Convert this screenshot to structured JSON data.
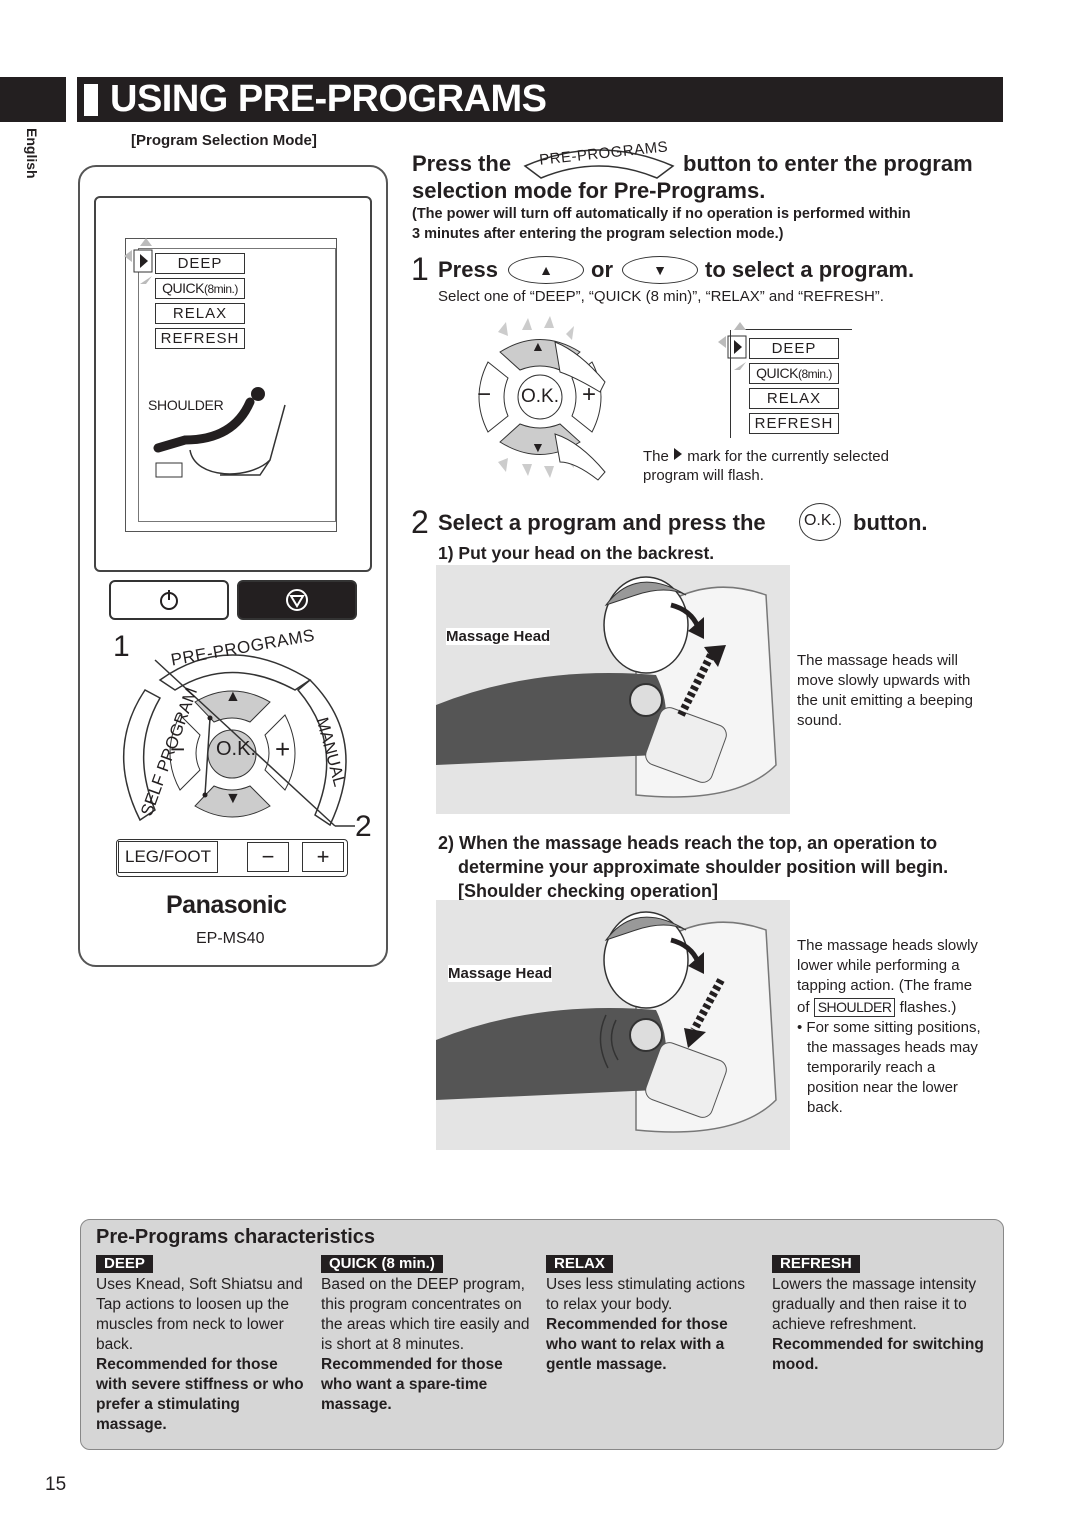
{
  "page": {
    "title": "USING PRE-PROGRAMS",
    "language_tab": "English",
    "page_number": "15",
    "subtitle": "[Program Selection Mode]"
  },
  "remote": {
    "programs": [
      "DEEP",
      "QUICK",
      "(8min.)",
      "RELAX",
      "REFRESH"
    ],
    "shoulder_label": "SHOULDER",
    "pre_programs_label": "PRE-PROGRAMS",
    "self_program_label": "SELF PROGRAM",
    "manual_label": "MANUAL",
    "ok_label": "O.K.",
    "minus": "−",
    "plus": "+",
    "up": "▲",
    "down": "▼",
    "legfoot_label": "LEG/FOOT",
    "brand": "Panasonic",
    "model": "EP-MS40",
    "callout_1": "1",
    "callout_2": "2"
  },
  "intro": {
    "press_the": "Press the",
    "pre_programs_button": "PRE-PROGRAMS",
    "line1_rest": "button to enter the program",
    "line2": "selection mode for Pre-Programs.",
    "note_line1": "(The power will turn off automatically if no operation is performed within",
    "note_line2": "3 minutes after entering the program selection mode.)"
  },
  "step1": {
    "number": "1",
    "press": "Press",
    "or": "or",
    "up_arrow": "▲",
    "down_arrow": "▼",
    "rest": "to select a program.",
    "desc": "Select one of “DEEP”, “QUICK (8 min)”, “RELAX” and “REFRESH”.",
    "ok_label": "O.K.",
    "minus": "−",
    "plus": "+",
    "programs": [
      "DEEP",
      "QUICK",
      "(8min.)",
      "RELAX",
      "REFRESH"
    ],
    "mark_note_a": "The",
    "mark_note_b": "mark for the currently selected",
    "mark_note_c": "program will flash."
  },
  "step2": {
    "number": "2",
    "title_a": "Select a program and press the",
    "ok_label": "O.K.",
    "title_b": "button.",
    "sub1_title": "1) Put your head on the backrest.",
    "massage_head_1": "Massage Head",
    "sub1_desc": [
      "The massage heads will",
      "move slowly upwards with",
      "the unit emitting a beeping",
      "sound."
    ],
    "sub2_title": [
      "2) When the massage heads reach the top, an operation to",
      "determine your approximate shoulder position will begin.",
      "[Shoulder checking operation]"
    ],
    "massage_head_2": "Massage Head",
    "sub2_desc": [
      "The massage heads slowly",
      "lower while performing a",
      "tapping action. (The frame"
    ],
    "sub2_of": "of",
    "sub2_shoulder": "SHOULDER",
    "sub2_flashes": "flashes.)",
    "sub2_bullet": [
      "• For some sitting positions,",
      "the massages heads may",
      "temporarily reach a",
      "position near the lower",
      "back."
    ]
  },
  "characteristics": {
    "title": "Pre-Programs characteristics",
    "columns": [
      {
        "tag": "DEEP",
        "text": "Uses Knead, Soft Shiatsu and Tap actions to loosen up the muscles from neck to lower back.",
        "bold": "Recommended for those with severe stiffness or who prefer a stimulating massage."
      },
      {
        "tag": "QUICK (8 min.)",
        "text": "Based on the DEEP program, this program concentrates on the areas which tire easily and is short at 8 minutes.",
        "bold": "Recommended for those who want a spare-time massage."
      },
      {
        "tag": "RELAX",
        "text": "Uses less stimulating actions to relax your body.",
        "bold": "Recommended for those who want to relax with a gentle massage."
      },
      {
        "tag": "REFRESH",
        "text": "Lowers the massage intensity gradually and then raise it to achieve refreshment.",
        "bold": "Recommended for switching mood."
      }
    ]
  }
}
